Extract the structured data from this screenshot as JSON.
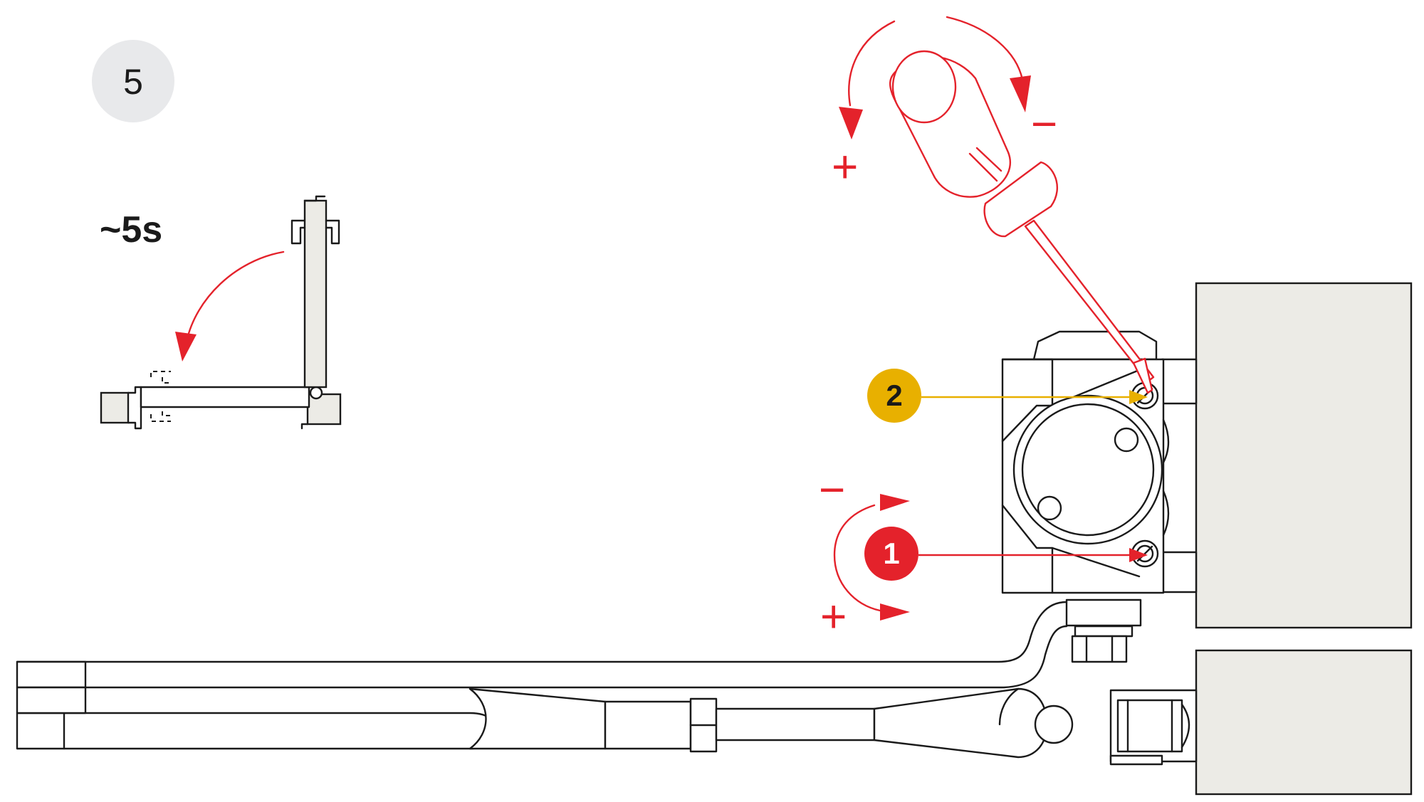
{
  "step": {
    "number": "5"
  },
  "timing": {
    "label": "~5s"
  },
  "adjustment_signs": {
    "screwdriver_plus": "+",
    "screwdriver_minus": "−",
    "valve_minus": "−",
    "valve_plus": "+"
  },
  "callouts": [
    {
      "label": "1",
      "color": "#e4222b",
      "text_color": "#ffffff"
    },
    {
      "label": "2",
      "color": "#e8b000",
      "text_color": "#1a1a1a"
    }
  ],
  "colors": {
    "accent_red": "#e4222b",
    "accent_yellow": "#e8b000",
    "step_badge": "#e8e9eb",
    "wall_fill": "#ecebe6",
    "line": "#1a1a1a"
  },
  "icons": {
    "tool": "screwdriver-icon",
    "rotation": "rotation-arrow-icon",
    "door_swing": "door-swing-arrow-icon"
  }
}
